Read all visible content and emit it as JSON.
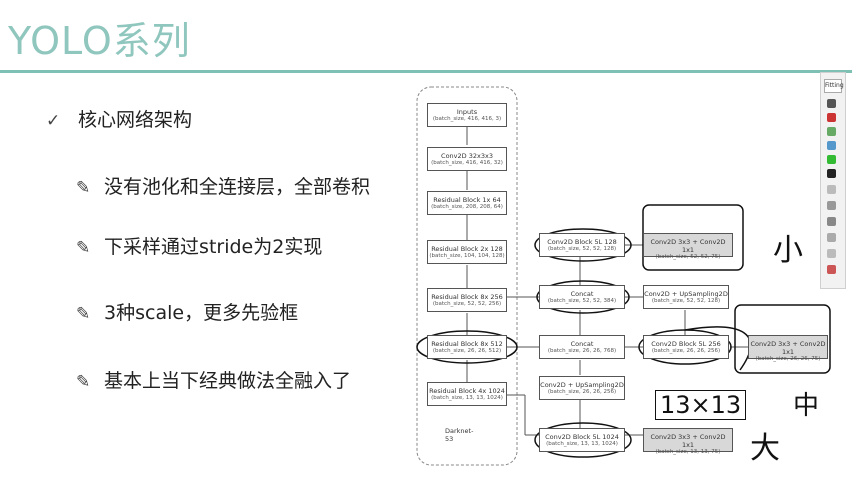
{
  "slide": {
    "title": "YOLO系列",
    "bullets": [
      {
        "icon": "check-icon",
        "text": "核心网络架构"
      },
      {
        "icon": "pencil-icon",
        "text": "没有池化和全连接层，全部卷积"
      },
      {
        "icon": "pencil-icon",
        "text": "下采样通过stride为2实现"
      },
      {
        "icon": "pencil-icon",
        "text": "3种scale，更多先验框"
      },
      {
        "icon": "pencil-icon",
        "text": "基本上当下经典做法全融入了"
      }
    ]
  },
  "diagram": {
    "backbone_label": "Darknet-53",
    "backbone": [
      {
        "name": "Inputs",
        "shape": "(batch_size, 416, 416, 3)"
      },
      {
        "name": "Conv2D 32x3x3",
        "shape": "(batch_size, 416, 416, 32)"
      },
      {
        "name": "Residual Block 1x 64",
        "shape": "(batch_size, 208, 208, 64)"
      },
      {
        "name": "Residual Block 2x 128",
        "shape": "(batch_size, 104, 104, 128)"
      },
      {
        "name": "Residual Block 8x 256",
        "shape": "(batch_size, 52, 52, 256)"
      },
      {
        "name": "Residual Block 8x 512",
        "shape": "(batch_size, 26, 26, 512)"
      },
      {
        "name": "Residual Block 4x 1024",
        "shape": "(batch_size, 13, 13, 1024)"
      }
    ],
    "middle": [
      {
        "name": "Conv2D Block 5L 128",
        "shape": "(batch_size, 52, 52, 128)"
      },
      {
        "name": "Concat",
        "shape": "(batch_size, 52, 52, 384)"
      },
      {
        "name": "Concat",
        "shape": "(batch_size, 26, 26, 768)"
      },
      {
        "name": "Conv2D + UpSampling2D",
        "shape": "(batch_size, 26, 26, 256)"
      },
      {
        "name": "Conv2D Block 5L 1024",
        "shape": "(batch_size, 13, 13, 1024)"
      }
    ],
    "right": [
      {
        "name": "Conv2D 3x3 + Conv2D 1x1",
        "shape": "(batch_size, 52, 52, 75)"
      },
      {
        "name": "Conv2D + UpSampling2D",
        "shape": "(batch_size, 52, 52, 128)"
      },
      {
        "name": "Conv2D Block 5L 256",
        "shape": "(batch_size, 26, 26, 256)"
      },
      {
        "name": "Conv2D 3x3 + Conv2D 1x1",
        "shape": "(batch_size, 26, 26, 75)"
      },
      {
        "name": "Conv2D 3x3 + Conv2D 1x1",
        "shape": "(batch_size, 13, 13, 75)"
      }
    ],
    "handwriting": {
      "small": "小",
      "medium": "中",
      "large": "大",
      "size": "13×13"
    }
  },
  "toolbar": {
    "top_label": "Fitting"
  },
  "colors": {
    "title": "#8fc6bd",
    "accent": "#7ec0b4"
  }
}
